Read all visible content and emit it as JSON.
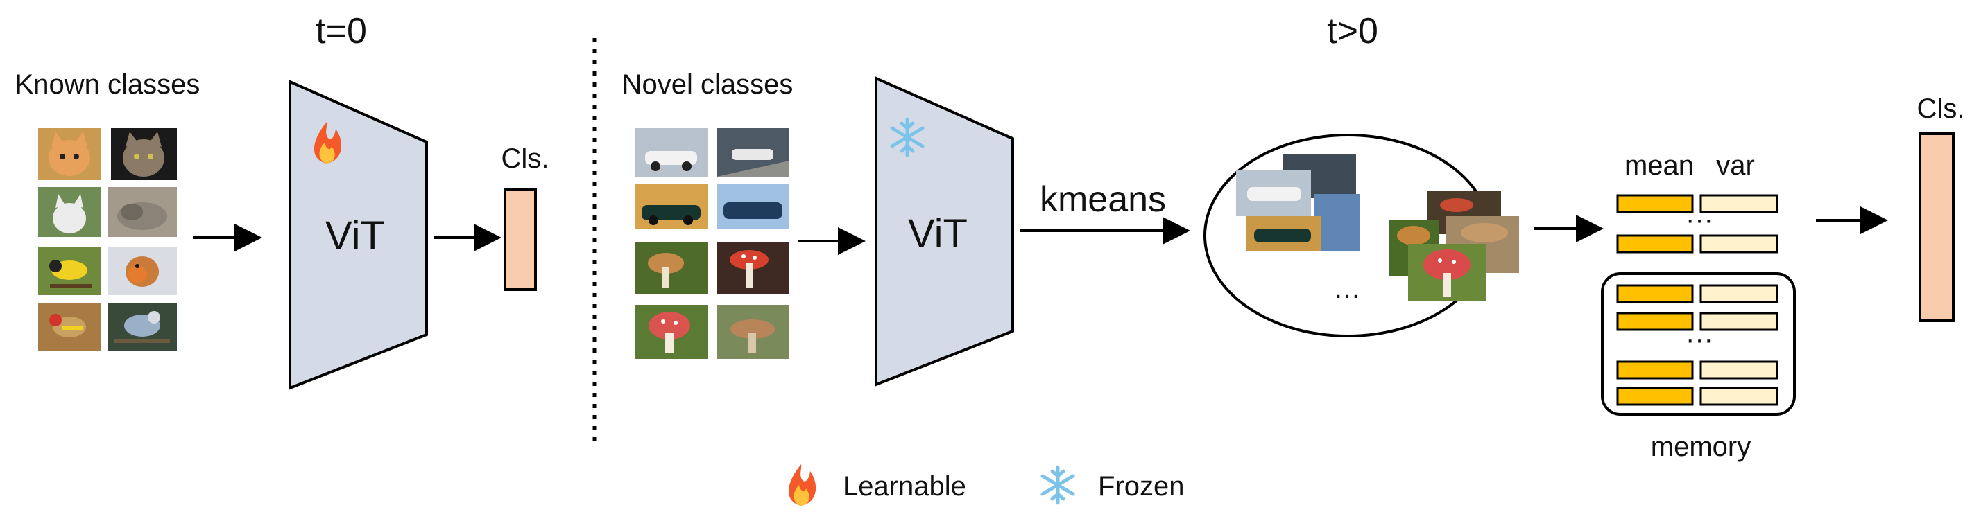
{
  "stage_left": {
    "title": "t=0",
    "input_label": "Known classes",
    "model_label": "ViT",
    "head_label": "Cls.",
    "model_state": "learnable"
  },
  "stage_right": {
    "title": "t>0",
    "input_label": "Novel classes",
    "model_label": "ViT",
    "cluster_op": "kmeans",
    "cluster_ellipsis": "…",
    "head_label": "Cls.",
    "model_state": "frozen"
  },
  "stats": {
    "mean_label": "mean",
    "var_label": "var",
    "ellipsis": "···",
    "memory_label": "memory"
  },
  "legend": {
    "learnable_label": "Learnable",
    "frozen_label": "Frozen"
  },
  "icons": {
    "learnable": "fire-icon",
    "frozen": "snowflake-icon"
  },
  "colors": {
    "vit_fill": "#d5dbe6",
    "head_fill": "#f8cbad",
    "mean_fill": "#ffc000",
    "var_fill": "#fff2cc",
    "fire": "#f4592a",
    "snow": "#7cc3ea"
  },
  "images": {
    "known": [
      "cat",
      "cat",
      "cat",
      "cat",
      "bird",
      "bird",
      "bird",
      "bird"
    ],
    "novel": [
      "car",
      "car",
      "car",
      "car",
      "mushroom",
      "mushroom",
      "mushroom",
      "mushroom"
    ]
  }
}
